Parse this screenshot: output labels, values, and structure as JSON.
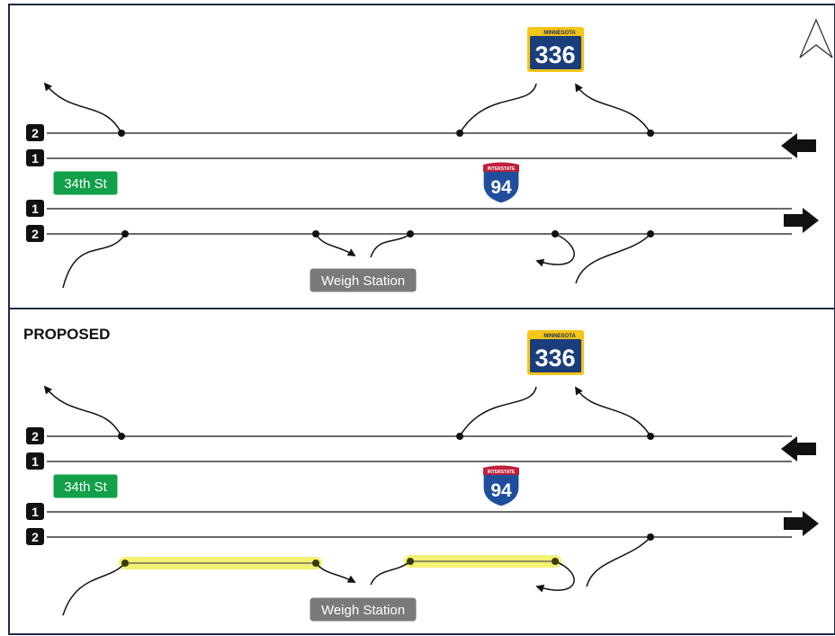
{
  "panels": {
    "existing": {
      "title": "",
      "street_label": "34th St",
      "weigh_station_label": "Weigh Station",
      "eb_lanes": [
        "2",
        "1"
      ],
      "wb_lanes": [
        "1",
        "2"
      ],
      "state_route": {
        "state": "MINNESOTA",
        "number": "336"
      },
      "interstate": {
        "word": "INTERSTATE",
        "number": "94"
      }
    },
    "proposed": {
      "title": "PROPOSED",
      "street_label": "34th St",
      "weigh_station_label": "Weigh Station",
      "eb_lanes": [
        "2",
        "1"
      ],
      "wb_lanes": [
        "1",
        "2"
      ],
      "state_route": {
        "state": "MINNESOTA",
        "number": "336"
      },
      "interstate": {
        "word": "INTERSTATE",
        "number": "94"
      }
    }
  },
  "north_arrow_icon": "north-arrow-icon",
  "colors": {
    "frame": "#1f2a44",
    "lane_badge": "#111111",
    "street_sign": "#12a04a",
    "weigh_station": "#7a7a7a",
    "mn_shield_blue": "#1a3d7c",
    "mn_shield_yellow": "#f5c518",
    "interstate_blue": "#1f4f9c",
    "interstate_red": "#c0203a",
    "highlight": "#f2ef5a"
  }
}
